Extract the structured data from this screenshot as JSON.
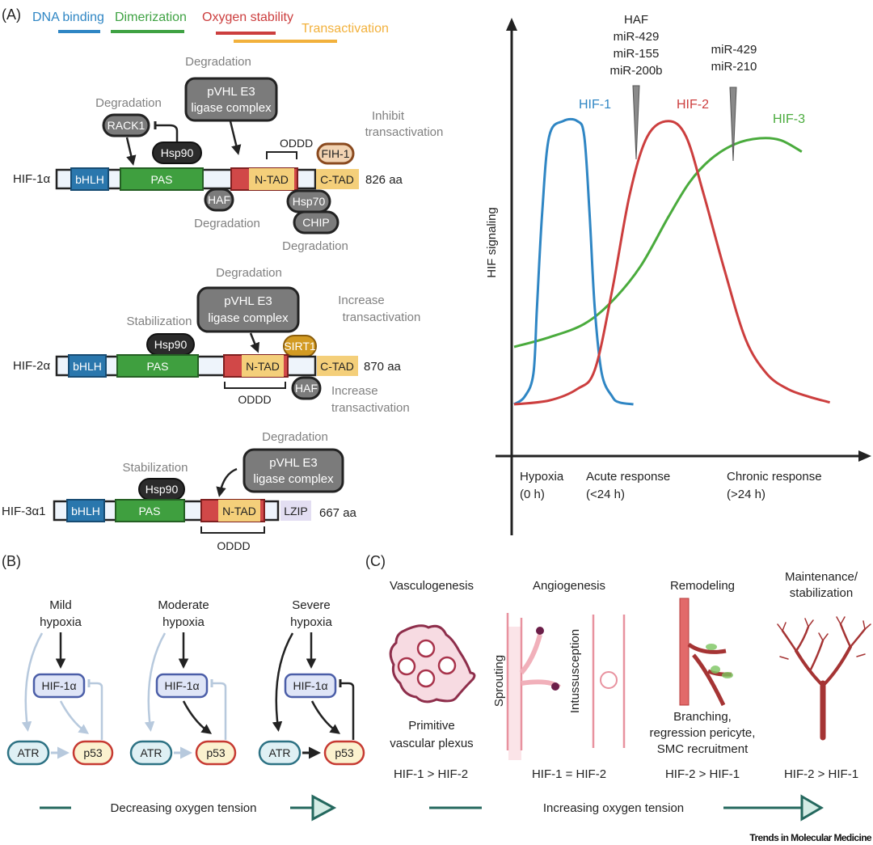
{
  "panel_a": {
    "label": "(A)",
    "legend": [
      {
        "label": "DNA binding",
        "color": "#2f86c4"
      },
      {
        "label": "Dimerization",
        "color": "#3fa243"
      },
      {
        "label": "Oxygen stability",
        "color": "#cc3e3e"
      },
      {
        "label": "Transactivation",
        "color": "#f2b13c"
      }
    ],
    "hif1a": {
      "name": "HIF-1α",
      "length": "826 aa",
      "domains": {
        "bhlh": "bHLH",
        "pas": "PAS",
        "ntad": "N-TAD",
        "ctad": "C-TAD"
      },
      "oddd": "ODDD",
      "pvhl": {
        "line1": "pVHL E3",
        "line2": "ligase complex",
        "note": "Degradation"
      },
      "rack1": {
        "label": "RACK1",
        "note": "Degradation"
      },
      "hsp90": "Hsp90",
      "haf": {
        "label": "HAF",
        "note": "Degradation"
      },
      "fih1": {
        "label": "FIH-1",
        "note1": "Inhibit",
        "note2": "transactivation"
      },
      "hsp70": "Hsp70",
      "chip": {
        "label": "CHIP",
        "note": "Degradation"
      }
    },
    "hif2a": {
      "name": "HIF-2α",
      "length": "870 aa",
      "domains": {
        "bhlh": "bHLH",
        "pas": "PAS",
        "ntad": "N-TAD",
        "ctad": "C-TAD"
      },
      "oddd": "ODDD",
      "pvhl": {
        "line1": "pVHL E3",
        "line2": "ligase complex",
        "note": "Degradation"
      },
      "hsp90": {
        "label": "Hsp90",
        "note": "Stabilization"
      },
      "sirt1": {
        "label": "SIRT1",
        "note1": "Increase",
        "note2": "transactivation"
      },
      "haf": {
        "label": "HAF",
        "note1": "Increase",
        "note2": "transactivation"
      }
    },
    "hif3a1": {
      "name": "HIF-3α1",
      "length": "667 aa",
      "domains": {
        "bhlh": "bHLH",
        "pas": "PAS",
        "ntad": "N-TAD",
        "lzip": "LZIP"
      },
      "oddd": "ODDD",
      "pvhl": {
        "line1": "pVHL E3",
        "line2": "ligase complex",
        "note": "Degradation"
      },
      "hsp90": {
        "label": "Hsp90",
        "note": "Stabilization"
      }
    }
  },
  "chart_data": {
    "type": "line",
    "title": "",
    "ylabel": "HIF signaling",
    "xlabel": "",
    "x_ticks": [
      {
        "line1": "Hypoxia",
        "line2": "(0 h)"
      },
      {
        "line1": "Acute response",
        "line2": "(<24 h)"
      },
      {
        "line1": "Chronic response",
        "line2": "(>24 h)"
      }
    ],
    "xlim": [
      0,
      10
    ],
    "ylim": [
      0,
      10
    ],
    "series": [
      {
        "name": "HIF-1",
        "color": "#2f86c4",
        "x": [
          0,
          0.3,
          0.55,
          0.65,
          0.8,
          1.0,
          1.4,
          1.8,
          2.0,
          2.15,
          2.3,
          2.5,
          2.8,
          3.0,
          3.4
        ],
        "y": [
          2.5,
          2.7,
          3.3,
          5.0,
          7.5,
          9.5,
          9.9,
          9.9,
          9.5,
          7.5,
          5.0,
          3.3,
          2.7,
          2.55,
          2.5
        ]
      },
      {
        "name": "HIF-2",
        "color": "#cc3e3e",
        "x": [
          0,
          1.0,
          1.8,
          2.3,
          2.8,
          3.3,
          3.8,
          4.4,
          4.9,
          5.4,
          6.0,
          6.6,
          7.2,
          7.8,
          8.4,
          9.0
        ],
        "y": [
          2.5,
          2.6,
          2.9,
          3.4,
          5.5,
          8.0,
          9.5,
          9.9,
          9.5,
          8.0,
          6.0,
          4.2,
          3.3,
          2.9,
          2.7,
          2.55
        ]
      },
      {
        "name": "HIF-3",
        "color": "#4aab3d",
        "x": [
          0,
          1.0,
          2.0,
          2.8,
          3.6,
          4.4,
          5.0,
          5.6,
          6.3,
          7.0,
          7.6,
          8.2
        ],
        "y": [
          4.0,
          4.25,
          4.6,
          5.2,
          6.1,
          7.4,
          8.3,
          8.9,
          9.3,
          9.45,
          9.4,
          9.1
        ]
      }
    ],
    "annotations": [
      {
        "lines": [
          "HAF",
          "miR-429",
          "miR-155",
          "miR-200b"
        ],
        "target": "HIF-1"
      },
      {
        "lines": [
          "miR-429",
          "miR-210"
        ],
        "target": "HIF-2"
      }
    ],
    "grid": false,
    "legend": "inline labels"
  },
  "panel_b": {
    "label": "(B)",
    "columns": [
      {
        "title1": "Mild",
        "title2": "hypoxia",
        "hif": "HIF-1α",
        "atr": "ATR",
        "p53": "p53",
        "state": "mild"
      },
      {
        "title1": "Moderate",
        "title2": "hypoxia",
        "hif": "HIF-1α",
        "atr": "ATR",
        "p53": "p53",
        "state": "moderate"
      },
      {
        "title1": "Severe",
        "title2": "hypoxia",
        "hif": "HIF-1α",
        "atr": "ATR",
        "p53": "p53",
        "state": "severe"
      }
    ],
    "arrow_label": "Decreasing oxygen tension",
    "active_color": "#222222",
    "inactive_color": "#b7c9dd"
  },
  "panel_c": {
    "label": "(C)",
    "stages": [
      {
        "title": "Vasculogenesis",
        "caption1": "Primitive",
        "caption2": "vascular plexus",
        "ratio": "HIF-1 > HIF-2"
      },
      {
        "title": "Angiogenesis",
        "side1": "Sprouting",
        "side2": "Intussusception",
        "ratio": "HIF-1 = HIF-2"
      },
      {
        "title": "Remodeling",
        "caption1": "Branching,",
        "caption2": "regression pericyte,",
        "caption3": "SMC recruitment",
        "ratio": "HIF-2 > HIF-1"
      },
      {
        "title1": "Maintenance/",
        "title2": "stabilization",
        "ratio": "HIF-2 > HIF-1"
      }
    ],
    "arrow_label": "Increasing oxygen tension"
  },
  "footer": {
    "journal": "Trends in Molecular Medicine"
  }
}
